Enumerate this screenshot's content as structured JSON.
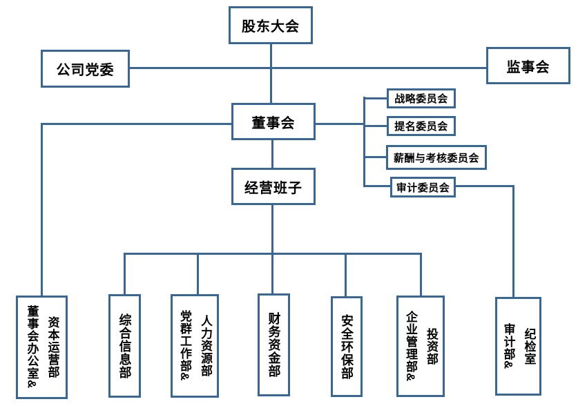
{
  "diagram": {
    "type": "org-chart",
    "line_color": "#376699",
    "box_fill": "#ffffff",
    "text_color": "#000000",
    "nodes": {
      "shareholders_meeting": "股东大会",
      "party_committee": "公司党委",
      "supervisory_board": "监事会",
      "board_of_directors": "董事会",
      "management_team": "经营班子"
    },
    "committees": [
      "战略委员会",
      "提名委员会",
      "薪酬与考核委员会",
      "审计委员会"
    ],
    "departments": [
      {
        "name": "board-office-capital-operations",
        "columns": [
          "资本运营部",
          "董事会办公室&"
        ]
      },
      {
        "name": "general-information",
        "columns": [
          "综合信息部"
        ]
      },
      {
        "name": "hr-party-mass-work",
        "columns": [
          "人力资源部",
          "党群工作部&"
        ]
      },
      {
        "name": "finance-capital",
        "columns": [
          "财务资金部"
        ]
      },
      {
        "name": "safety-environment",
        "columns": [
          "安全环保部"
        ]
      },
      {
        "name": "investment-enterprise-management",
        "columns": [
          "投资部",
          "企业管理部&"
        ]
      },
      {
        "name": "discipline-inspection-audit",
        "columns": [
          "纪检室",
          "审计部&"
        ]
      }
    ]
  }
}
